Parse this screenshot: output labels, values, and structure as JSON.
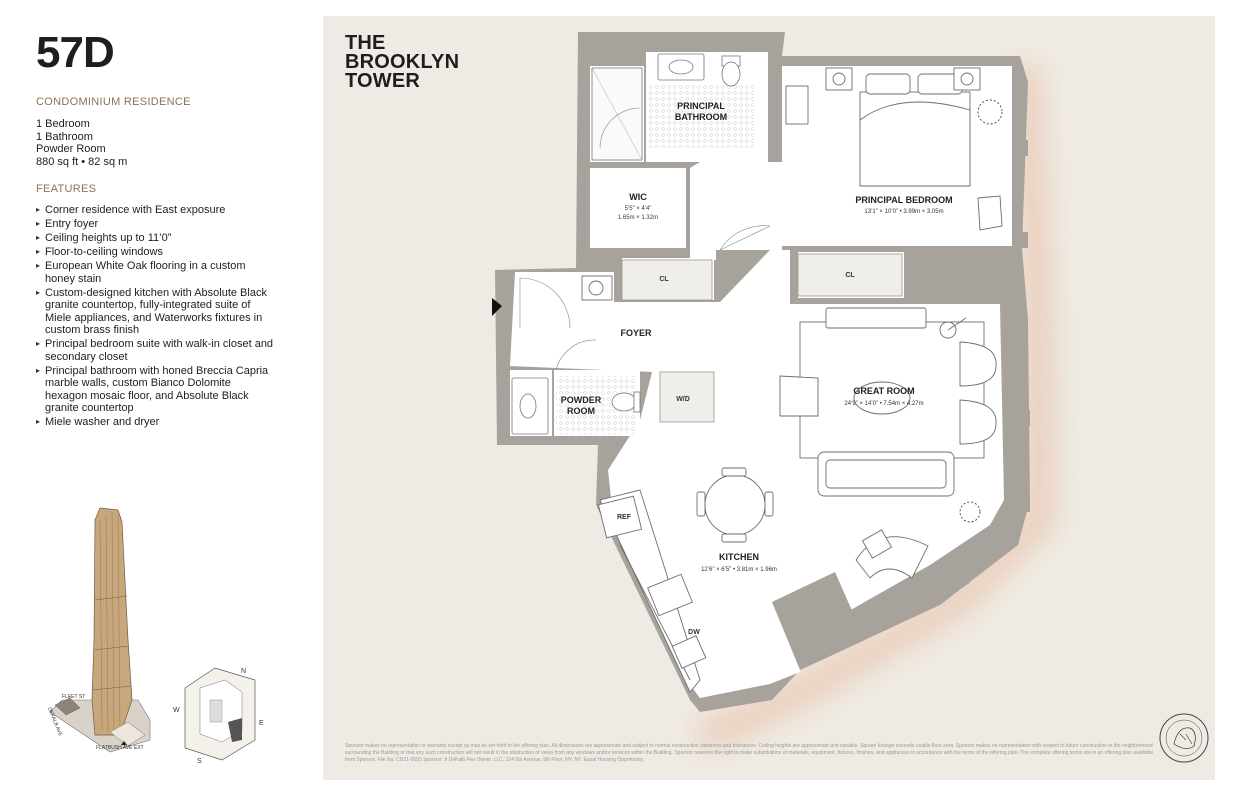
{
  "unit": {
    "number": "57D",
    "type_label": "CONDOMINIUM RESIDENCE",
    "summary": [
      "1 Bedroom",
      "1 Bathroom",
      "Powder Room",
      "880 sq ft • 82 sq m"
    ],
    "features_label": "FEATURES",
    "features": [
      "Corner residence with East exposure",
      "Entry foyer",
      "Ceiling heights up to 11’0”",
      "Floor-to-ceiling windows",
      "European White Oak flooring in a custom honey stain",
      "Custom-designed kitchen with Absolute Black granite countertop, fully-integrated suite of Miele appliances, and Waterworks fixtures in custom brass finish",
      "Principal bedroom suite with walk-in closet and secondary closet",
      "Principal bathroom with honed Breccia Capria marble walls, custom Bianco Dolomite hexagon mosaic floor, and Absolute Black granite countertop",
      "Miele washer and dryer"
    ]
  },
  "brand": {
    "lines": [
      "THE",
      "BROOKLYN",
      "TOWER"
    ]
  },
  "rooms": {
    "principal_bathroom": [
      "PRINCIPAL",
      "BATHROOM"
    ],
    "principal_bedroom": {
      "name": "PRINCIPAL BEDROOM",
      "dims": "13’1” × 10’0” • 3.99m × 3.05m"
    },
    "wic": {
      "name": "WIC",
      "dims_ft": "5’5” × 4’4”",
      "dims_m": "1.65m × 1.32m"
    },
    "closet_1": "CL",
    "closet_2": "CL",
    "foyer": "FOYER",
    "powder_room": [
      "POWDER",
      "ROOM"
    ],
    "washer_dryer": "W/D",
    "great_room": {
      "name": "GREAT ROOM",
      "dims": "24’9” × 14’0” • 7.54m × 4.27m"
    },
    "kitchen": {
      "name": "KITCHEN",
      "dims": "12’6” × 6’5” • 3.81m × 1.96m"
    },
    "refrigerator": "REF",
    "dishwasher": "DW"
  },
  "compass": {
    "north": "N",
    "east": "E",
    "south": "S",
    "west": "W"
  },
  "streets": {
    "fleet": "FLEET ST",
    "flatbush": "FLATBUSH AVE EXT",
    "dekalb": "DEKALB AVE"
  },
  "disclaimer": "Sponsor makes no representation or warranty except as may be set forth in the offering plan. All dimensions are approximate and subject to normal construction variances and tolerances. Ceiling heights are approximate and variable. Square footage exceeds usable floor area. Sponsor makes no representation with respect to future construction in the neighborhood surrounding the Building or that any such construction will not result in the obstruction of views from any windows and/or terraces within the Building. Sponsor reserves the right to make substitutions of materials, equipment, fixtures, finishes, and appliances in accordance with the terms of the offering plan. The complete offering terms are in an offering plan available from Sponsor. File No. CD21-0093 Sponsor: 9 DeKalb Fee Owner, LLC, 104 5th Avenue, 9th Floor, NY, NY. Equal Housing Opportunity.",
  "colors": {
    "wall": "#a8a29d",
    "floor": "#ffffff",
    "panel": "#efebe4",
    "accent": "#8a7350",
    "window_glow": "#e9c9b4"
  },
  "icons": [
    "entry-arrow-icon",
    "tower-rendering",
    "keyplan-compass",
    "sponsor-seal"
  ]
}
